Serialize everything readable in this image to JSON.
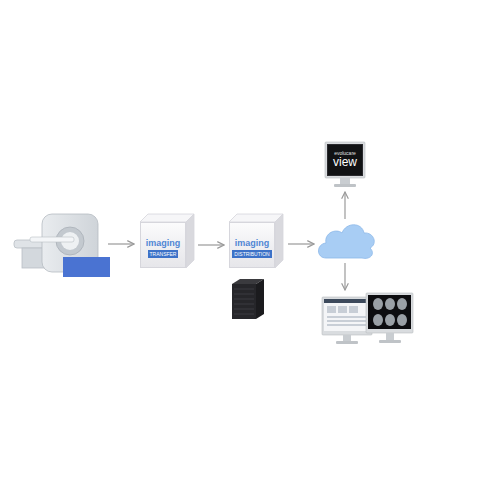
{
  "diagram": {
    "nodes": [
      {
        "text": [
          "imaging",
          "TRANSFER"
        ]
      },
      {
        "text": [
          "imaging",
          "DISTRIBUTION"
        ]
      },
      {
        "text": [
          "evolucare",
          "view"
        ]
      }
    ],
    "edges": [
      {
        "from": 0,
        "to": 1,
        "arrow": "to"
      }
    ]
  }
}
